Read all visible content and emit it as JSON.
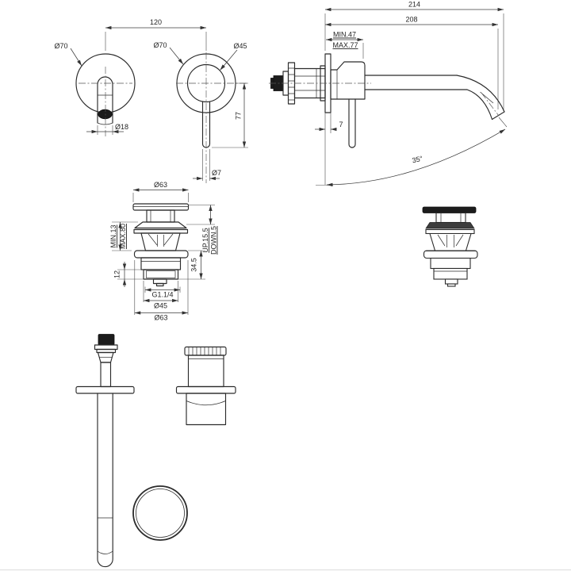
{
  "colors": {
    "background": "#ffffff",
    "line": "#2b2b2b",
    "dimension_line": "#3c3c3c",
    "text": "#262626",
    "solid_fill": "#1c1c1c"
  },
  "front_view": {
    "center_spacing": "120",
    "spout_escutcheon_dia": "Ø70",
    "spout_outlet_dia": "Ø18",
    "handle_escutcheon_dia": "Ø70",
    "handle_cap_dia": "Ø45",
    "handle_drop": "77",
    "lever_dia": "Ø7"
  },
  "side_view": {
    "overall_projection": "214",
    "spout_projection": "208",
    "rough_in_min": "MIN.47",
    "rough_in_max": "MAX.77",
    "plate_thickness": "7",
    "spout_angle": "35°"
  },
  "waste_view": {
    "cap_dia": "Ø63",
    "adjust_min": "MIN.13",
    "adjust_max": "MAX.80",
    "travel_up": "UP.15.5",
    "travel_down": "DOWN.5",
    "body_height": "34.5",
    "lower_body_height": "12",
    "thread_size": "G1.1/4",
    "body_dia": "Ø45",
    "flange_dia": "Ø63"
  }
}
